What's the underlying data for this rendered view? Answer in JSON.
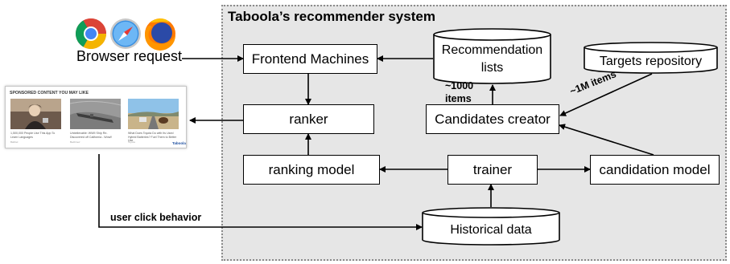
{
  "system_title": "Taboola’s recommender system",
  "browser": {
    "icons": [
      "chrome-icon",
      "safari-icon",
      "firefox-icon"
    ],
    "label": "Browser request"
  },
  "widget": {
    "heading": "SPONSORED CONTENT YOU MAY LIKE",
    "items": [
      {
        "caption": "1,500,000 People Use This App To Learn Languages",
        "source": "Babbel"
      },
      {
        "caption": "Unbelievable: WWII Ship Re-Discovered off California - Wow!!",
        "source": "Bedtimez"
      },
      {
        "caption": "What Does Toyota Do with Its Used Hybrid Batteries? Fuel Them to Better Use",
        "source": "Toyota"
      }
    ],
    "brand": "Taboola"
  },
  "nodes": {
    "frontend": "Frontend Machines",
    "ranker": "ranker",
    "ranking_model": "ranking model",
    "trainer": "trainer",
    "candidation_model": "candidation model",
    "candidates_creator": "Candidates creator",
    "recommendation_lists_line1": "Recommendation",
    "recommendation_lists_line2": "lists",
    "targets_repository": "Targets repository",
    "historical_data": "Historical data"
  },
  "edge_labels": {
    "items_1000_line1": "~1000",
    "items_1000_line2": "items",
    "items_1m": "~1M items",
    "user_click": "user click behavior"
  }
}
